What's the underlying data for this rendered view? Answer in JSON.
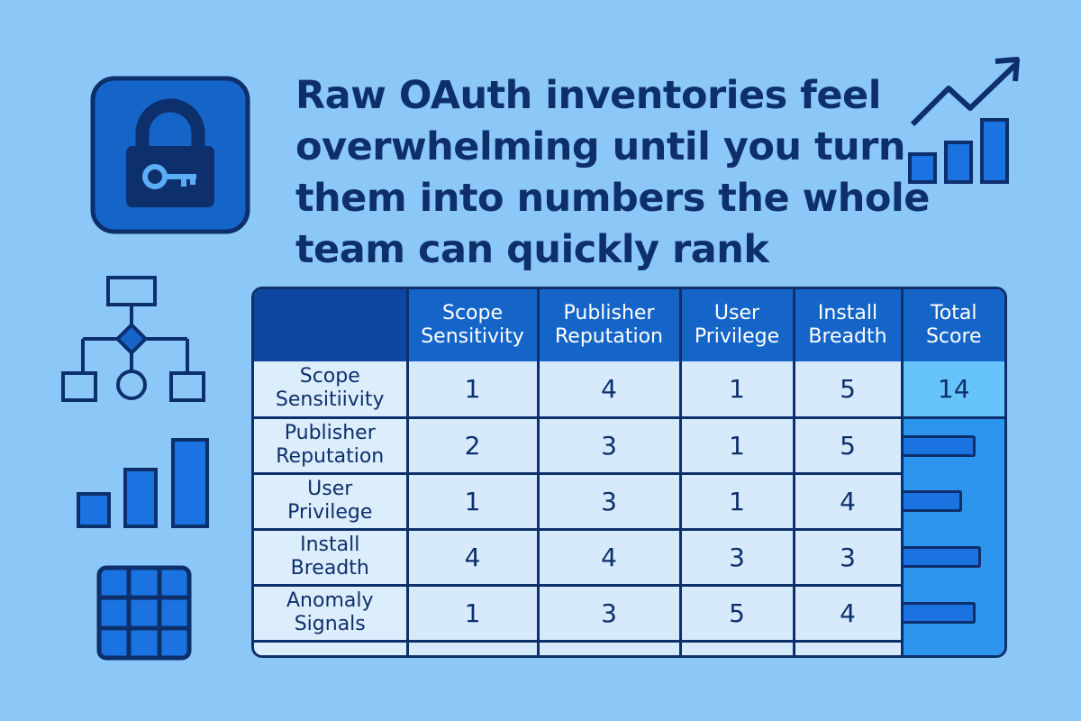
{
  "headline": {
    "lines": [
      "Raw OAuth inventories feel",
      "overwhelming until you turn",
      "them into numbers the whole",
      "team can quickly rank"
    ]
  },
  "table": {
    "columns": [
      "Scope\nSensitivity",
      "Publisher\nReputation",
      "User\nPrivilege",
      "Install\nBreadth",
      "Total\nScore"
    ],
    "rows": [
      {
        "label": "Scope\nSensitiivity",
        "values": [
          "1",
          "4",
          "1",
          "5"
        ],
        "total": "14"
      },
      {
        "label": "Publisher\nReputation",
        "values": [
          "2",
          "3",
          "1",
          "5"
        ],
        "total_bar": 0.74
      },
      {
        "label": "User\nPrivilege",
        "values": [
          "1",
          "3",
          "1",
          "4"
        ],
        "total_bar": 0.6
      },
      {
        "label": "Install\nBreadth",
        "values": [
          "4",
          "4",
          "3",
          "3"
        ],
        "total_bar": 0.8
      },
      {
        "label": "Anomaly\nSignals",
        "values": [
          "1",
          "3",
          "5",
          "4"
        ],
        "total_bar": 0.74
      }
    ]
  },
  "icons": [
    "lock-key-icon",
    "trend-chart-icon",
    "flowchart-icon",
    "bar-chart-icon",
    "grid-icon"
  ],
  "colors": {
    "background": "#8cc8f7",
    "navy": "#0d2f6b",
    "header_blue": "#1565c9",
    "total_blue": "#2d95ee",
    "highlight": "#66c4fa"
  }
}
